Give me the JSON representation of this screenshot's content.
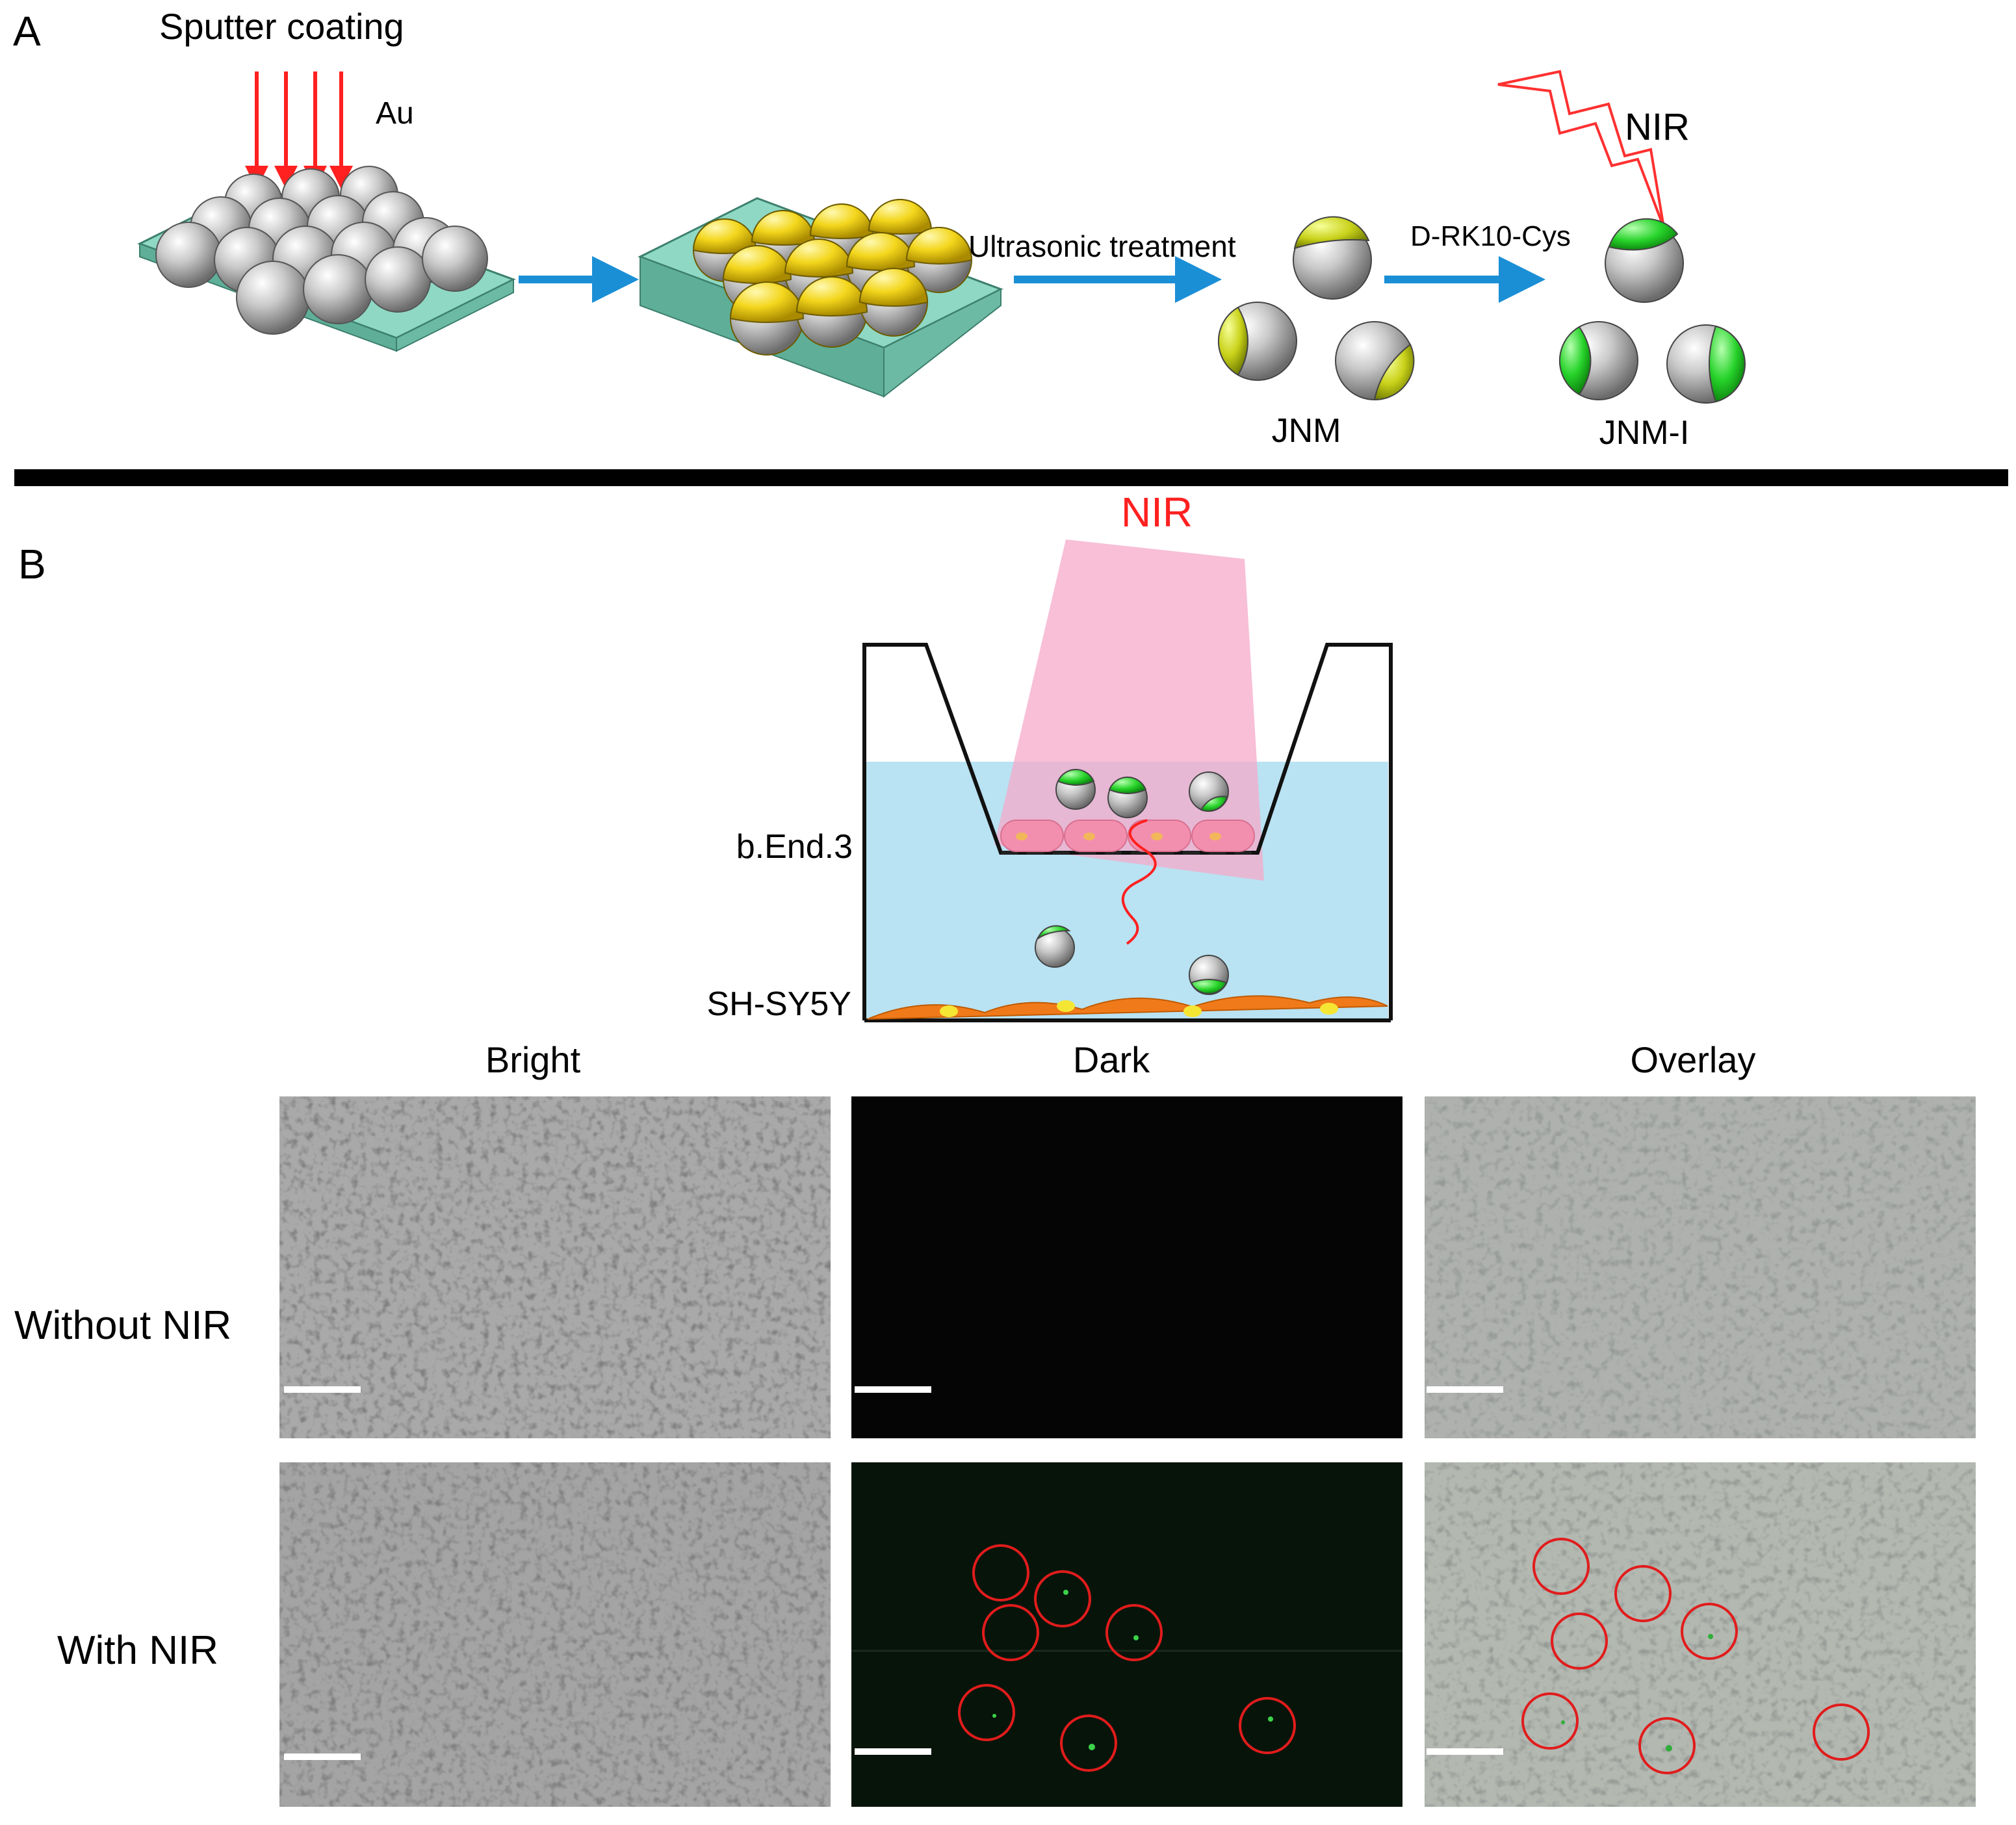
{
  "panel_a": {
    "label": "A",
    "sputter_label": "Sputter coating",
    "metal_label": "Au",
    "ultrasonic_label": "Ultrasonic treatment",
    "peptide_label": "D-RK10-Cys",
    "nir_label": "NIR",
    "jnm_label": "JNM",
    "jnmi_label": "JNM-I"
  },
  "panel_b": {
    "label": "B",
    "nir_label": "NIR",
    "upper_cell_label": "b.End.3",
    "lower_cell_label": "SH-SY5Y",
    "columns": [
      "Bright",
      "Dark",
      "Overlay"
    ],
    "rows": [
      "Without NIR",
      "With NIR"
    ]
  },
  "colors": {
    "arrow_blue": "#1b8fd6",
    "sputter_red": "#ff2020",
    "gold": "#f1d71a",
    "coating_green": "#27d32a",
    "substrate": "#8ed8c4",
    "medium": "#b9e2f2",
    "nir_beam": "#f5a9c9",
    "highlight_circle": "#e11c1c"
  },
  "icons": {
    "sputter": "down-arrow-icon",
    "flow": "right-arrow-icon",
    "laser": "lightning-bolt-icon"
  }
}
